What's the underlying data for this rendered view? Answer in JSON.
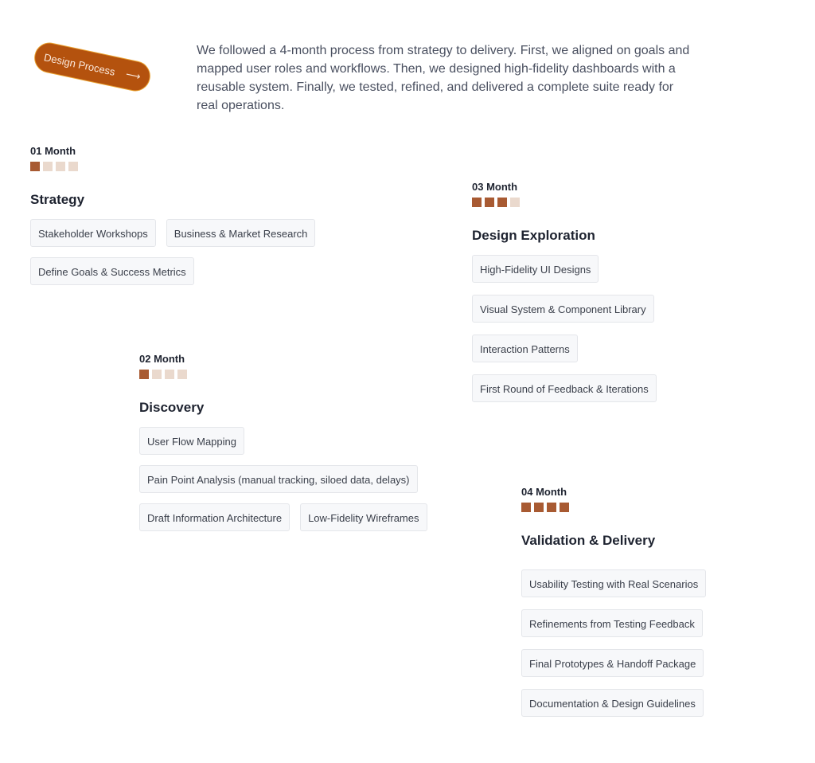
{
  "badge": {
    "label": "Design Process",
    "icon": "arrow-right-icon"
  },
  "intro": "We followed a 4-month process from strategy to delivery. First, we aligned on goals and mapped user roles and workflows. Then, we designed high-fidelity dashboards with a reusable system. Finally, we tested, refined, and delivered a complete suite ready for real operations.",
  "colors": {
    "accent": "#B4520E",
    "progress_on": "#A85A32",
    "progress_off": "#EAD9CD"
  },
  "phases": [
    {
      "month": "01 Month",
      "progress": 1,
      "title": "Strategy",
      "items": [
        "Stakeholder Workshops",
        "Business & Market Research",
        "Define Goals & Success Metrics"
      ]
    },
    {
      "month": "02 Month",
      "progress": 1,
      "title": "Discovery",
      "items": [
        "User Flow Mapping",
        "Pain Point Analysis (manual tracking, siloed data, delays)",
        "Draft Information Architecture",
        "Low-Fidelity Wireframes"
      ]
    },
    {
      "month": "03 Month",
      "progress": 3,
      "title": "Design Exploration",
      "items": [
        "High-Fidelity UI Designs",
        "Visual System & Component Library",
        "Interaction Patterns",
        "First Round of Feedback & Iterations"
      ]
    },
    {
      "month": "04 Month",
      "progress": 4,
      "title": "Validation & Delivery",
      "items": [
        "Usability Testing with Real Scenarios",
        "Refinements from Testing Feedback",
        "Final Prototypes & Handoff Package",
        "Documentation & Design Guidelines"
      ]
    }
  ]
}
